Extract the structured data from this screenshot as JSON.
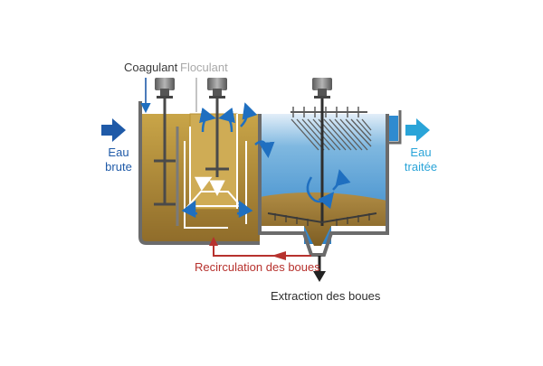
{
  "labels": {
    "coagulant": "Coagulant",
    "floculant": "Floculant",
    "raw_water_line1": "Eau",
    "raw_water_line2": "brute",
    "treated_water_line1": "Eau",
    "treated_water_line2": "traitée",
    "recirculation": "Recirculation des boues",
    "extraction": "Extraction des boues"
  },
  "colors": {
    "inflow_arrow": "#1f5aa8",
    "outflow_arrow": "#2aa4d8",
    "recirculation": "#b7322e",
    "tank_wall": "#6b6b6b",
    "sludge_fill": "#b58f3f",
    "clear_water": "#2f8bd0"
  }
}
